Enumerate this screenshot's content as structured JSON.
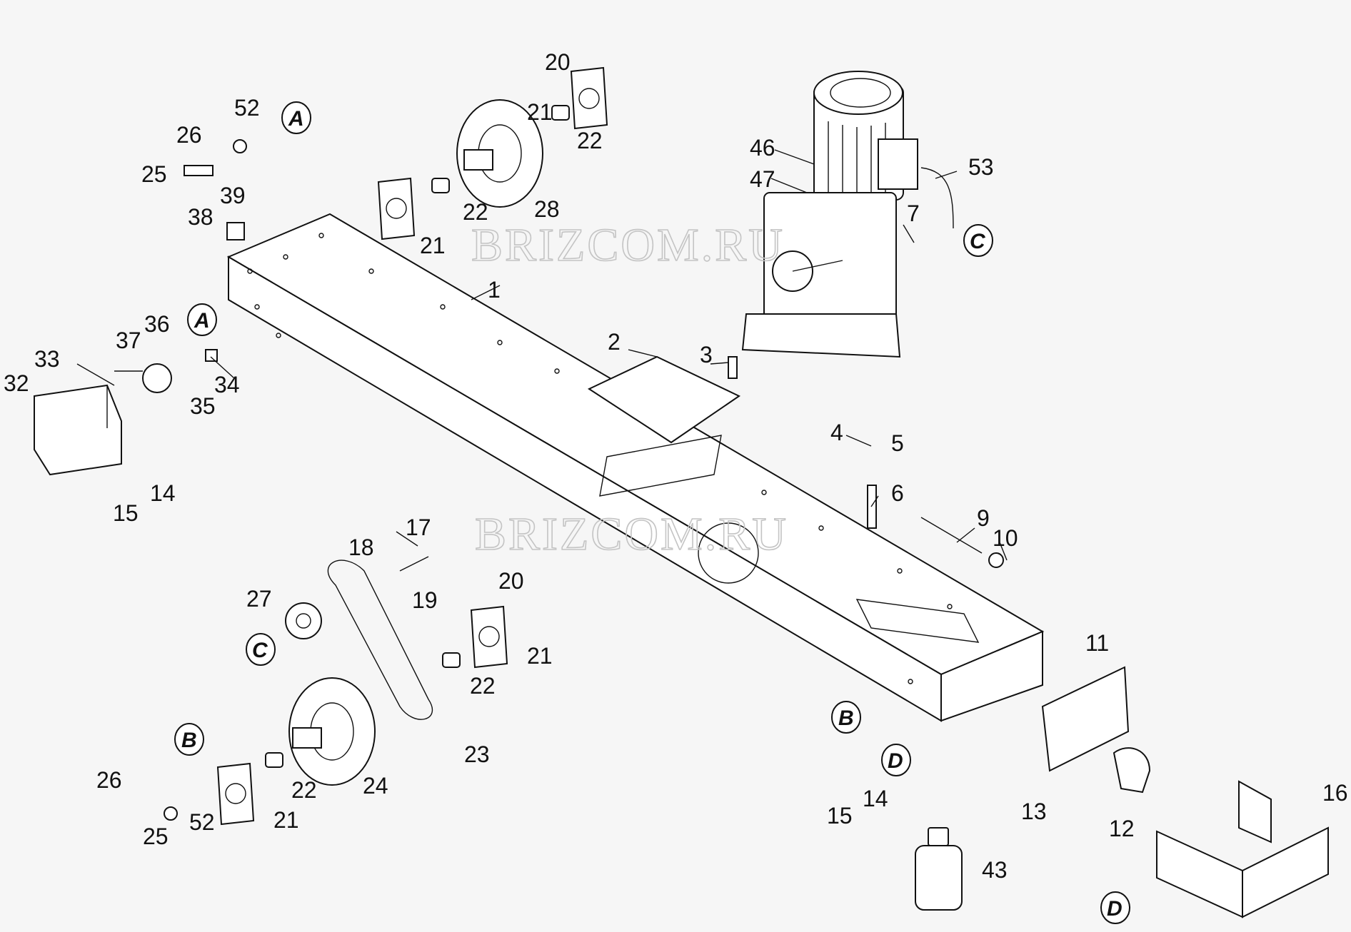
{
  "watermark": "BRIZCOM.RU",
  "callouts": [
    {
      "text": "1"
    },
    {
      "text": "2"
    },
    {
      "text": "3"
    },
    {
      "text": "4"
    },
    {
      "text": "5"
    },
    {
      "text": "6"
    },
    {
      "text": "7"
    },
    {
      "text": "9"
    },
    {
      "text": "10"
    },
    {
      "text": "11"
    },
    {
      "text": "12"
    },
    {
      "text": "13"
    },
    {
      "text": "14"
    },
    {
      "text": "15"
    },
    {
      "text": "16"
    },
    {
      "text": "17"
    },
    {
      "text": "18"
    },
    {
      "text": "19"
    },
    {
      "text": "20"
    },
    {
      "text": "21"
    },
    {
      "text": "22"
    },
    {
      "text": "23"
    },
    {
      "text": "24"
    },
    {
      "text": "25"
    },
    {
      "text": "26"
    },
    {
      "text": "27"
    },
    {
      "text": "28"
    },
    {
      "text": "32"
    },
    {
      "text": "33"
    },
    {
      "text": "34"
    },
    {
      "text": "35"
    },
    {
      "text": "36"
    },
    {
      "text": "37"
    },
    {
      "text": "38"
    },
    {
      "text": "39"
    },
    {
      "text": "43"
    },
    {
      "text": "46"
    },
    {
      "text": "47"
    },
    {
      "text": "52"
    },
    {
      "text": "53"
    },
    {
      "text": "14"
    },
    {
      "text": "15"
    },
    {
      "text": "20"
    },
    {
      "text": "21"
    },
    {
      "text": "21"
    },
    {
      "text": "21"
    },
    {
      "text": "22"
    },
    {
      "text": "22"
    },
    {
      "text": "22"
    },
    {
      "text": "25"
    },
    {
      "text": "26"
    },
    {
      "text": "52"
    }
  ],
  "refs": [
    {
      "text": "A"
    },
    {
      "text": "A"
    },
    {
      "text": "B"
    },
    {
      "text": "B"
    },
    {
      "text": "C"
    },
    {
      "text": "C"
    },
    {
      "text": "D"
    },
    {
      "text": "D"
    }
  ]
}
